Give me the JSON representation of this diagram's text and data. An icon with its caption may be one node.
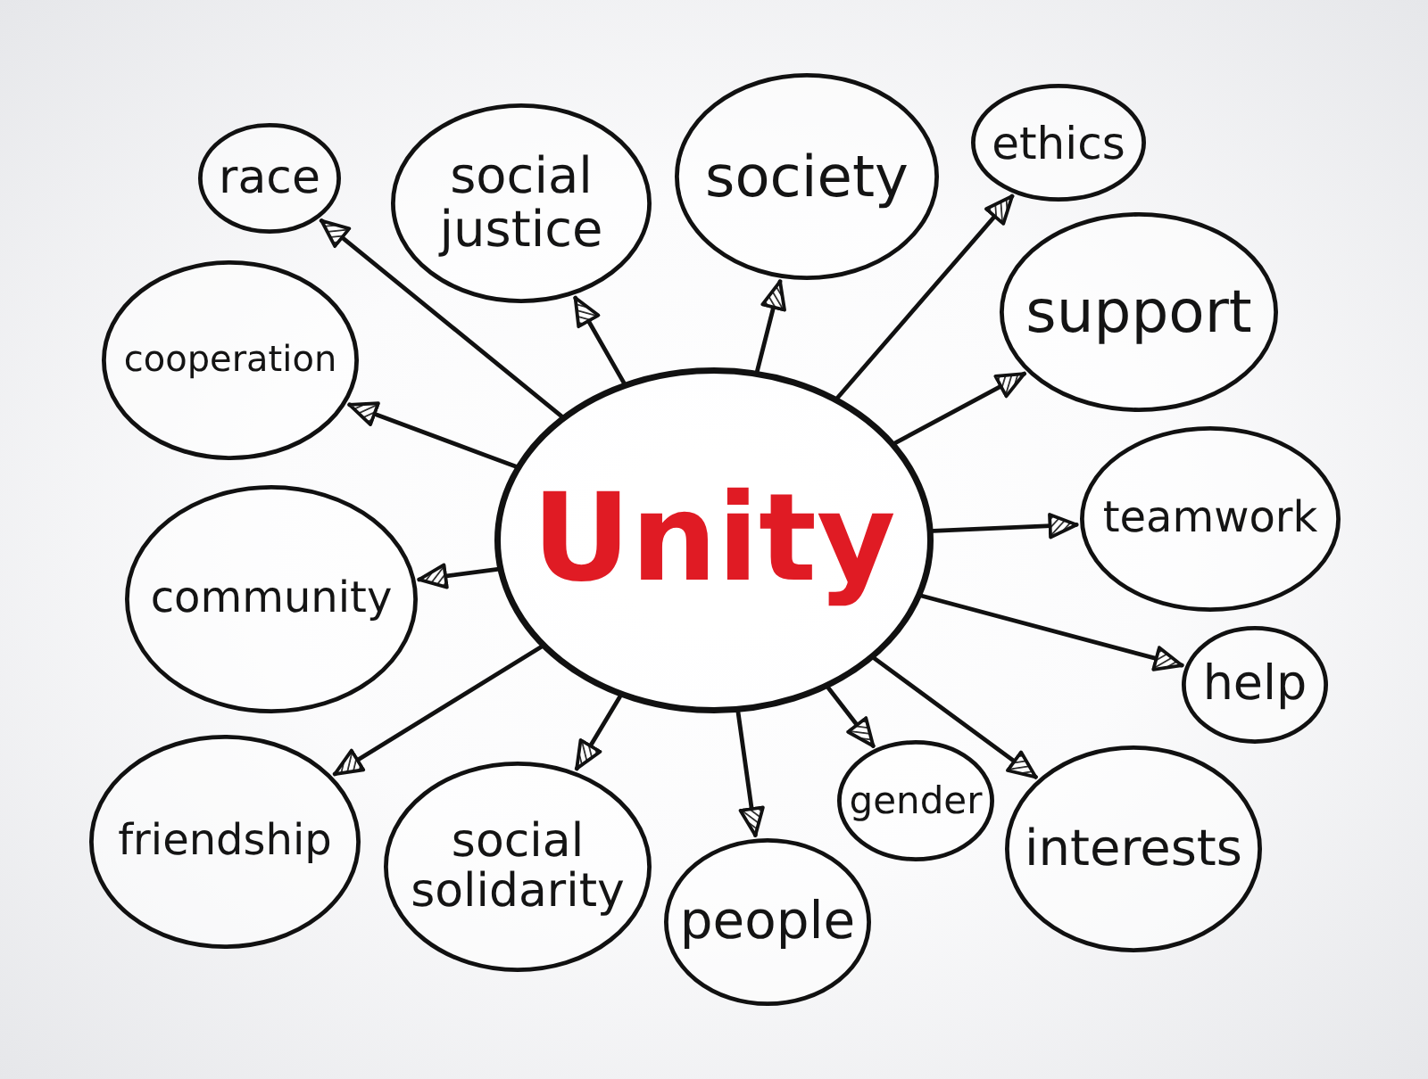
{
  "diagram": {
    "nodes": [
      {
        "text": [
          "Unity"
        ]
      },
      {
        "text": [
          "race"
        ]
      },
      {
        "text": [
          "social justice"
        ]
      },
      {
        "text": [
          "society"
        ]
      },
      {
        "text": [
          "ethics"
        ]
      },
      {
        "text": [
          "support"
        ]
      },
      {
        "text": [
          "cooperation"
        ]
      },
      {
        "text": [
          "teamwork"
        ]
      },
      {
        "text": [
          "community"
        ]
      },
      {
        "text": [
          "help"
        ]
      },
      {
        "text": [
          "friendship"
        ]
      },
      {
        "text": [
          "social solidarity"
        ]
      },
      {
        "text": [
          "people"
        ]
      },
      {
        "text": [
          "gender"
        ]
      },
      {
        "text": [
          "interests"
        ]
      }
    ],
    "edges": [
      {
        "from": 0,
        "to": 1,
        "arrow": "to"
      },
      {
        "from": 0,
        "to": 2,
        "arrow": "to"
      },
      {
        "from": 0,
        "to": 3,
        "arrow": "to"
      },
      {
        "from": 0,
        "to": 4,
        "arrow": "to"
      },
      {
        "from": 0,
        "to": 5,
        "arrow": "to"
      },
      {
        "from": 0,
        "to": 6,
        "arrow": "to"
      },
      {
        "from": 0,
        "to": 7,
        "arrow": "to"
      },
      {
        "from": 0,
        "to": 8,
        "arrow": "to"
      },
      {
        "from": 0,
        "to": 9,
        "arrow": "to"
      },
      {
        "from": 0,
        "to": 10,
        "arrow": "to"
      },
      {
        "from": 0,
        "to": 11,
        "arrow": "to"
      },
      {
        "from": 0,
        "to": 12,
        "arrow": "to"
      },
      {
        "from": 0,
        "to": 13,
        "arrow": "to"
      },
      {
        "from": 0,
        "to": 14,
        "arrow": "to"
      }
    ]
  }
}
